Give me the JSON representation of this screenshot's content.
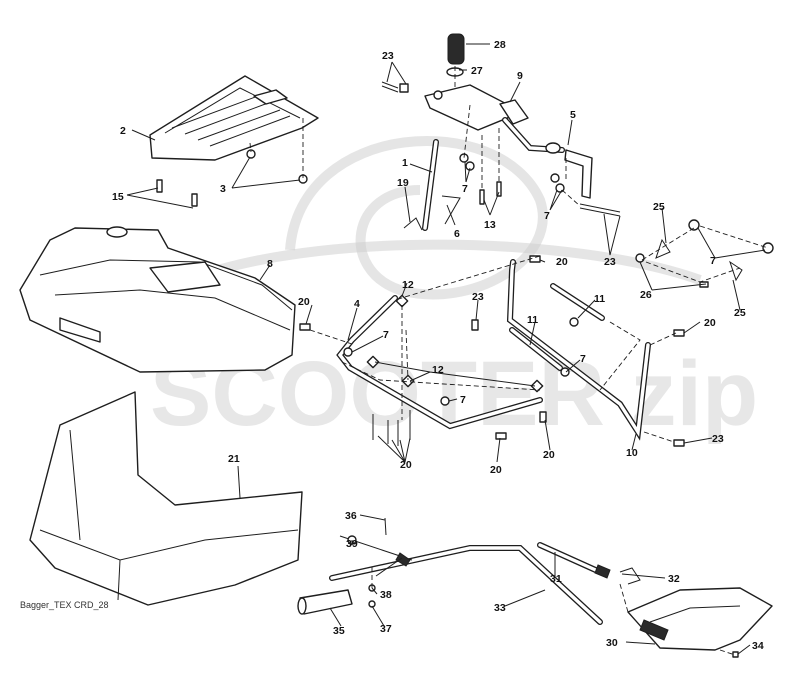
{
  "caption": "Bagger_TEX CRD_28",
  "watermark": "SCOOTER zip",
  "callouts": {
    "n1": "1",
    "n2": "2",
    "n3": "3",
    "n4": "4",
    "n5": "5",
    "n6": "6",
    "n7": "7",
    "n8": "8",
    "n9": "9",
    "n10": "10",
    "n11": "11",
    "n12": "12",
    "n13": "13",
    "n15": "15",
    "n19": "19",
    "n20": "20",
    "n21": "21",
    "n23": "23",
    "n25": "25",
    "n26": "26",
    "n27": "27",
    "n28": "28",
    "n30": "30",
    "n31": "31",
    "n32": "32",
    "n33": "33",
    "n34": "34",
    "n35": "35",
    "n36": "36",
    "n37": "37",
    "n38": "38",
    "n39": "39"
  }
}
